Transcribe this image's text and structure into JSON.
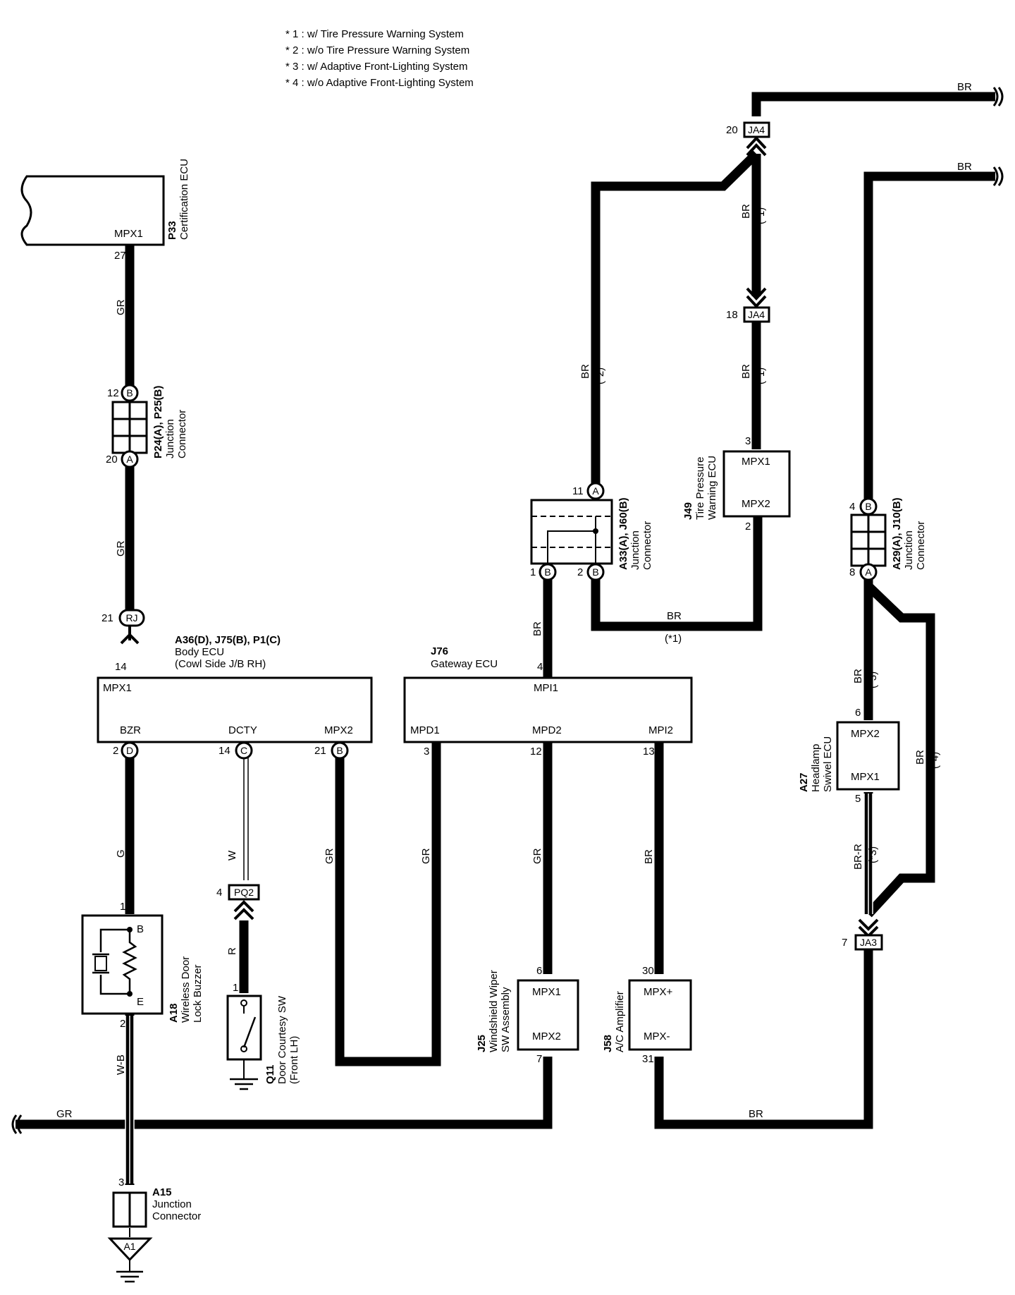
{
  "notes": [
    "* 1 : w/ Tire Pressure Warning System",
    "* 2 : w/o Tire Pressure Warning System",
    "* 3 : w/ Adaptive Front-Lighting System",
    "* 4 : w/o Adaptive Front-Lighting System"
  ],
  "components": {
    "p33": {
      "code": "P33",
      "name": "Certification ECU",
      "term": "MPX1",
      "pin": "27"
    },
    "p24": {
      "code": "P24(A), P25(B)",
      "name1": "Junction",
      "name2": "Connector",
      "pin_top": "12",
      "pin_top_id": "B",
      "pin_bot": "20",
      "pin_bot_id": "A"
    },
    "rj": {
      "pin": "21",
      "id": "RJ"
    },
    "body_ecu": {
      "code": "A36(D), J75(B), P1(C)",
      "name1": "Body ECU",
      "name2": "(Cowl Side J/B RH)",
      "pin_top": "14",
      "term_top": "MPX1",
      "t_bzr": "BZR",
      "t_dcty": "DCTY",
      "t_mpx2": "MPX2",
      "pin_bzr": "2",
      "id_bzr": "D",
      "pin_dcty": "14",
      "id_dcty": "C",
      "pin_mpx2": "21",
      "id_mpx2": "B"
    },
    "gateway": {
      "code": "J76",
      "name": "Gateway ECU",
      "pin_top": "4",
      "term_top": "MPI1",
      "t_mpd1": "MPD1",
      "t_mpd2": "MPD2",
      "t_mpi2": "MPI2",
      "pin_mpd1": "3",
      "pin_mpd2": "12",
      "pin_mpi2": "13"
    },
    "a33": {
      "code": "A33(A), J60(B)",
      "name1": "Junction",
      "name2": "Connector",
      "pin_top": "11",
      "id_top": "A",
      "pin_b1": "1",
      "id_b1": "B",
      "pin_b2": "2",
      "id_b2": "B"
    },
    "ja4_top": {
      "pin": "20",
      "id": "JA4"
    },
    "ja4_bot": {
      "pin": "18",
      "id": "JA4"
    },
    "j49": {
      "code": "J49",
      "name1": "Tire Pressure",
      "name2": "Warning ECU",
      "t1": "MPX1",
      "t2": "MPX2",
      "pin_top": "3",
      "pin_bot": "2"
    },
    "a29": {
      "code": "A29(A), J10(B)",
      "name1": "Junction",
      "name2": "Connector",
      "pin_top": "4",
      "id_top": "B",
      "pin_bot": "8",
      "id_bot": "A"
    },
    "a27": {
      "code": "A27",
      "name1": "Headlamp",
      "name2": "Swivel ECU",
      "t1": "MPX2",
      "t2": "MPX1",
      "pin_top": "6",
      "pin_bot": "5"
    },
    "ja3": {
      "pin": "7",
      "id": "JA3"
    },
    "a18": {
      "code": "A18",
      "name1": "Wireless Door",
      "name2": "Lock Buzzer",
      "pin_top": "1",
      "pin_bot": "2",
      "tB": "B",
      "tE": "E"
    },
    "pq2": {
      "pin": "4",
      "id": "PQ2"
    },
    "q11": {
      "code": "Q11",
      "name1": "Door Courtesy SW",
      "name2": "(Front LH)",
      "pin": "1"
    },
    "j25": {
      "code": "J25",
      "name1": "Windshield Wiper",
      "name2": "SW Assembly",
      "t1": "MPX1",
      "t2": "MPX2",
      "pin_top": "6",
      "pin_bot": "7"
    },
    "j58": {
      "code": "J58",
      "name": "A/C Amplifier",
      "t1": "MPX+",
      "t2": "MPX-",
      "pin_top": "30",
      "pin_bot": "31"
    },
    "a15": {
      "code": "A15",
      "name1": "Junction",
      "name2": "Connector",
      "pin": "3"
    },
    "a1": {
      "id": "A1"
    }
  },
  "wires": {
    "gr": "GR",
    "br": "BR",
    "g": "G",
    "w": "W",
    "r": "R",
    "wb": "W-B",
    "brr": "BR-R",
    "n1": "(*1)",
    "n2": "(*2)",
    "n3": "(*3)",
    "n4": "(*4)"
  }
}
